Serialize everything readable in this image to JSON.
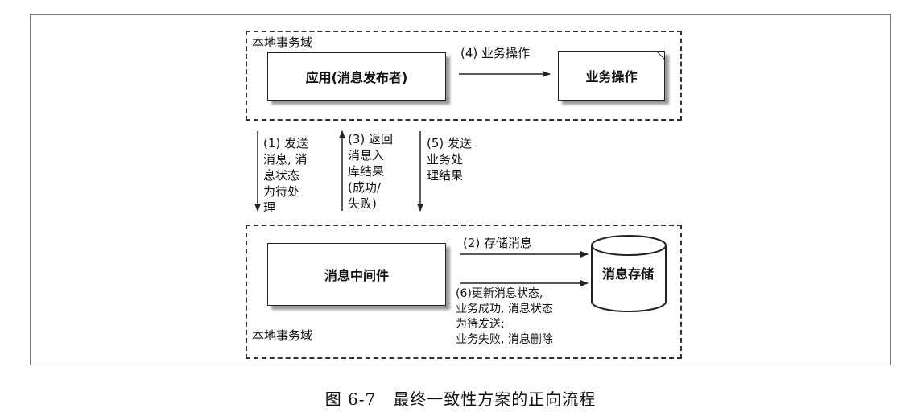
{
  "diagram": {
    "top_domain_label": "本地事务域",
    "bottom_domain_label": "本地事务域",
    "nodes": {
      "app": "应用(消息发布者)",
      "business_op": "业务操作",
      "middleware": "消息中间件",
      "store": "消息存储"
    },
    "edges": {
      "e4": "(4) 业务操作",
      "e1": "(1) 发送\n消息, 消\n息状态\n为待处\n理",
      "e3": "(3) 返回\n消息入\n库结果\n(成功/\n失败)",
      "e5": "(5) 发送\n业务处\n理结果",
      "e2": "(2) 存储消息",
      "e6": "(6)更新消息状态,\n业务成功, 消息状态\n为待发送;\n业务失败, 消息删除"
    }
  },
  "caption": "图 6-7　最终一致性方案的正向流程"
}
